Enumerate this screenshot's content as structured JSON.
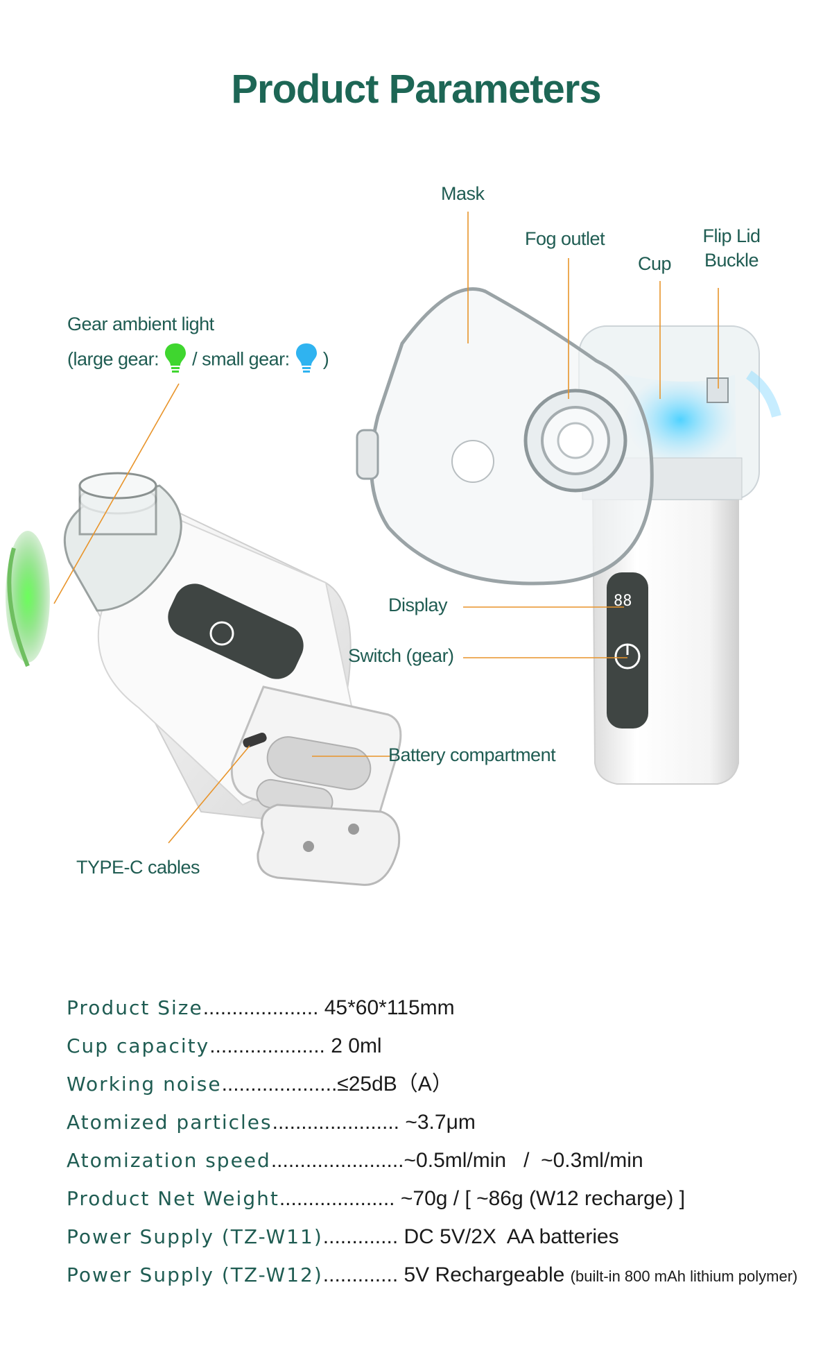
{
  "title": "Product Parameters",
  "labels": {
    "mask": "Mask",
    "fog_outlet": "Fog outlet",
    "cup": "Cup",
    "flip_lid_line1": "Flip Lid",
    "flip_lid_line2": "Buckle",
    "gear_light_line1": "Gear ambient light",
    "gear_large": "(large gear:",
    "gear_small": "/ small gear:",
    "gear_close": ")",
    "display": "Display",
    "switch": "Switch (gear)",
    "battery": "Battery compartment",
    "typec": "TYPE-C cables"
  },
  "colors": {
    "title": "#1d6655",
    "label": "#1f5c52",
    "leader_line": "#e8942a",
    "bulb_large": "#3fd62f",
    "bulb_small": "#2fb3f0"
  },
  "icons": {
    "large_gear": "green-bulb-icon",
    "small_gear": "blue-bulb-icon"
  },
  "display_readout": "88",
  "specs": [
    {
      "key": "Product Size",
      "dots": "....................",
      "value": "45*60*115mm",
      "note": ""
    },
    {
      "key": "Cup capacity",
      "dots": "....................",
      "value": "2 0ml",
      "note": ""
    },
    {
      "key": "Working noise",
      "dots": "....................",
      "value": "≤25dB（A）",
      "note": ""
    },
    {
      "key": "Atomized particles",
      "dots": "......................",
      "value": "~3.7μm",
      "note": ""
    },
    {
      "key": "Atomization speed",
      "dots": ".......................",
      "value": "~0.5ml/min   /  ~0.3ml/min",
      "note": ""
    },
    {
      "key": "Product Net Weight",
      "dots": "....................",
      "value": "~70g / [ ~86g (W12 recharge) ]",
      "note": ""
    },
    {
      "key": "Power Supply (TZ-W11)",
      "dots": ".............",
      "value": "DC 5V/2X  AA batteries",
      "note": ""
    },
    {
      "key": "Power Supply (TZ-W12)",
      "dots": ".............",
      "value": "5V Rechargeable",
      "note": "(built-in 800 mAh lithium polymer)"
    }
  ]
}
